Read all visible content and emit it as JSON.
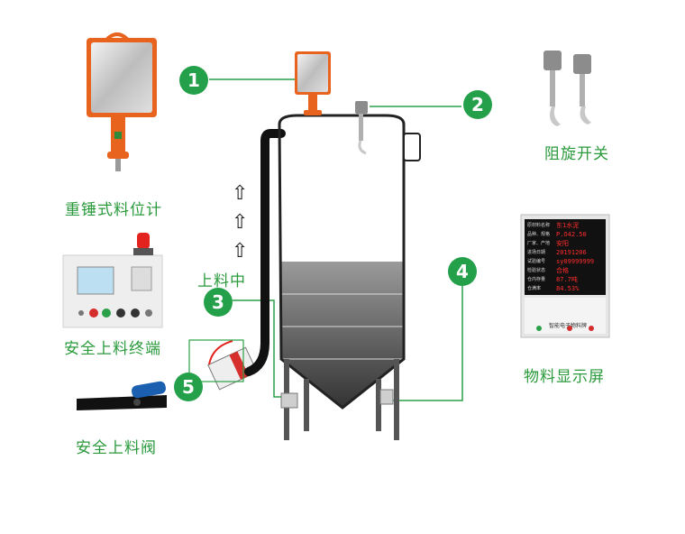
{
  "labels": {
    "gravity_sensor": "重锤式料位计",
    "rotary_switch": "阻旋开关",
    "safety_terminal": "安全上料终端",
    "safety_valve": "安全上料阀",
    "material_display": "物料显示屏",
    "loading": "上料中"
  },
  "badges": [
    "1",
    "2",
    "3",
    "4",
    "5"
  ],
  "display_panel": {
    "title": "智能电子物料牌",
    "rows": [
      {
        "key": "原材料名称",
        "value": "东1水泥"
      },
      {
        "key": "品种、规格",
        "value": "P.O42.50"
      },
      {
        "key": "厂家、产地",
        "value": "安阳"
      },
      {
        "key": "进场日期",
        "value": "20191206"
      },
      {
        "key": "试验编号",
        "value": "sy09999999"
      },
      {
        "key": "检验状态",
        "value": "合格"
      },
      {
        "key": "仓内存量",
        "value": "87.7吨"
      },
      {
        "key": "仓满率",
        "value": "84.53%"
      }
    ]
  },
  "colors": {
    "accent_green": "#25a04a",
    "label_green": "#2a9a3c",
    "led_red": "#ff2d2d",
    "beacon_red": "#e3231d",
    "sensor_orange": "#e8641e"
  }
}
